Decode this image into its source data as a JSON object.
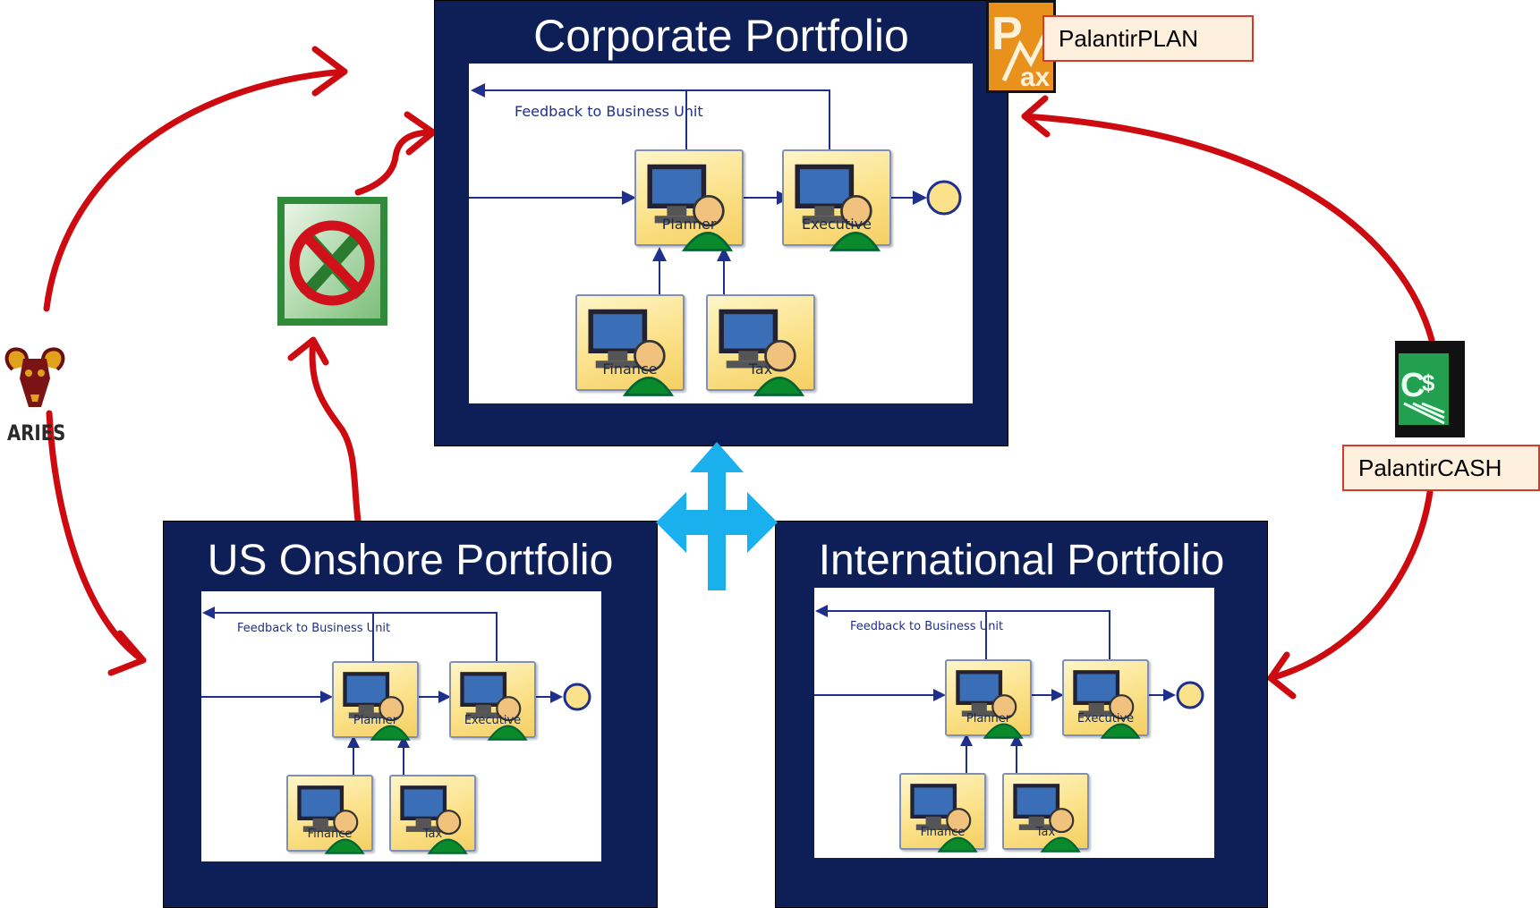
{
  "portfolios": {
    "corporate": {
      "title": "Corporate Portfolio"
    },
    "us_onshore": {
      "title": "US Onshore Portfolio"
    },
    "international": {
      "title": "International Portfolio"
    }
  },
  "workflow": {
    "feedback": "Feedback to Business Unit",
    "planner": "Planner",
    "executive": "Executive",
    "finance": "Finance",
    "tax": "Tax"
  },
  "tools": {
    "plan_label": "PalantirPLAN",
    "cash_label": "PalantirCASH",
    "aries_label": "ARIES"
  },
  "colors": {
    "portfolio_bg": "#0e1e56",
    "arrow_red": "#cc0a10",
    "arrow_blue": "#1ab0ee",
    "flow_line": "#1f2f8c"
  }
}
